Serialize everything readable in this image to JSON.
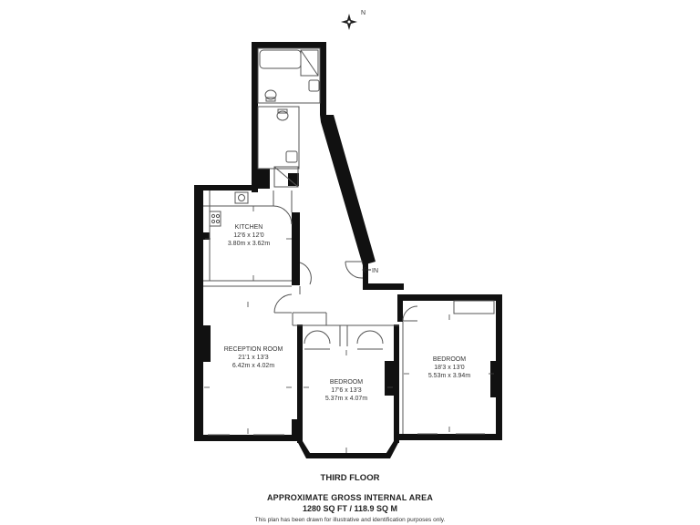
{
  "compass": {
    "label": "N",
    "icon": "compass-icon"
  },
  "entrance": {
    "label": "IN",
    "icon": "arrow-left-icon"
  },
  "rooms": {
    "kitchen": {
      "name": "KITCHEN",
      "imperial": "12'6 x 12'0",
      "metric": "3.80m x 3.62m"
    },
    "reception": {
      "name": "RECEPTION ROOM",
      "imperial": "21'1 x 13'3",
      "metric": "6.42m x 4.02m"
    },
    "bedroom1": {
      "name": "BEDROOM",
      "imperial": "17'6 x 13'3",
      "metric": "5.37m x 4.07m"
    },
    "bedroom2": {
      "name": "BEDROOM",
      "imperial": "18'3 x 13'0",
      "metric": "5.53m x 3.94m"
    }
  },
  "footer": {
    "floor": "THIRD FLOOR",
    "area_title": "APPROXIMATE GROSS INTERNAL AREA",
    "area_value": "1280 SQ FT / 118.9 SQ M",
    "disclaimer": "This plan has been drawn for illustrative and identification purposes only."
  },
  "colors": {
    "wall": "#111111",
    "line": "#555555",
    "text": "#333333"
  }
}
